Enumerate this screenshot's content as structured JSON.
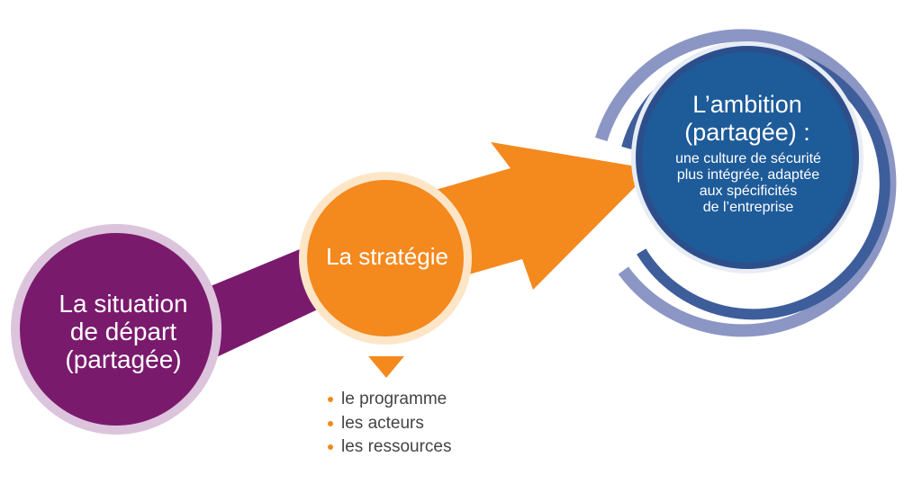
{
  "start": {
    "lines": [
      "La situation",
      "de départ",
      "(partagée)"
    ]
  },
  "strategy": {
    "label": "La stratégie",
    "items": [
      "le programme",
      "les acteurs",
      "les ressources"
    ]
  },
  "ambition": {
    "title_lines": [
      "L’ambition",
      "(partagée) :"
    ],
    "text_lines": [
      "une culture de sécurité",
      "plus intégrée, adaptée",
      "aux spécificités",
      "de l’entreprise"
    ]
  },
  "colors": {
    "purple": "#7a1a6d",
    "purple_light": "#dcc4dc",
    "orange": "#f4891e",
    "orange_light": "#fde6c7",
    "blue_dark": "#1e5b99",
    "blue_mid": "#3e5d9b",
    "blue_light": "#8b96c4",
    "text_grey": "#444444"
  }
}
